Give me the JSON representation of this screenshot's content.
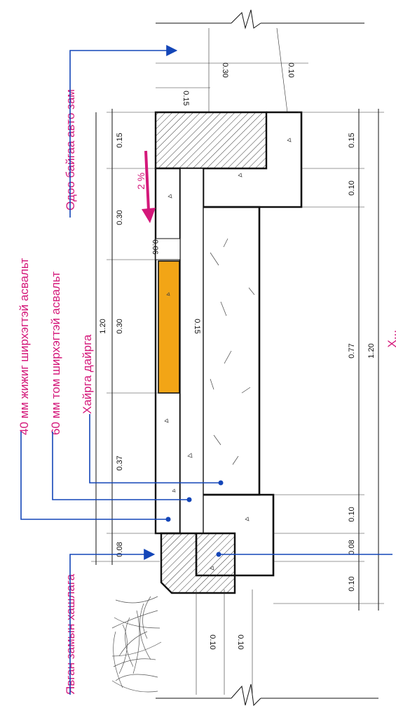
{
  "labels": {
    "top_asphalt": "40 мм жижиг ширхэгтэй асвальт",
    "bottom_asphalt": "60 мм том ширхэгтэй асвальт",
    "gravel": "Хайрга дайрга",
    "road": "Одоо байгаа авто зам",
    "footpath_curb": "Явган замын хашлага",
    "partial_right": "Х..."
  },
  "slope": "2 %",
  "dims_left": [
    "0.08",
    "0.37",
    "0.30",
    "0.30",
    "0.15"
  ],
  "dims_left_total": "1.20",
  "dims_right": [
    "0.10",
    "0.08",
    "0.10",
    "0.77",
    "0.10",
    "0.15"
  ],
  "dims_right_total": "1.20",
  "dims_top": [
    "0.30",
    "0.10",
    "0.15"
  ],
  "dims_bottom": [
    "0.10",
    "0.10"
  ],
  "dims_inner": [
    "0.06",
    "0.15"
  ],
  "colors": {
    "annotation": "#d4187a",
    "leader": "#1446b8",
    "highlight": "#f2a516",
    "ink": "#111111"
  }
}
